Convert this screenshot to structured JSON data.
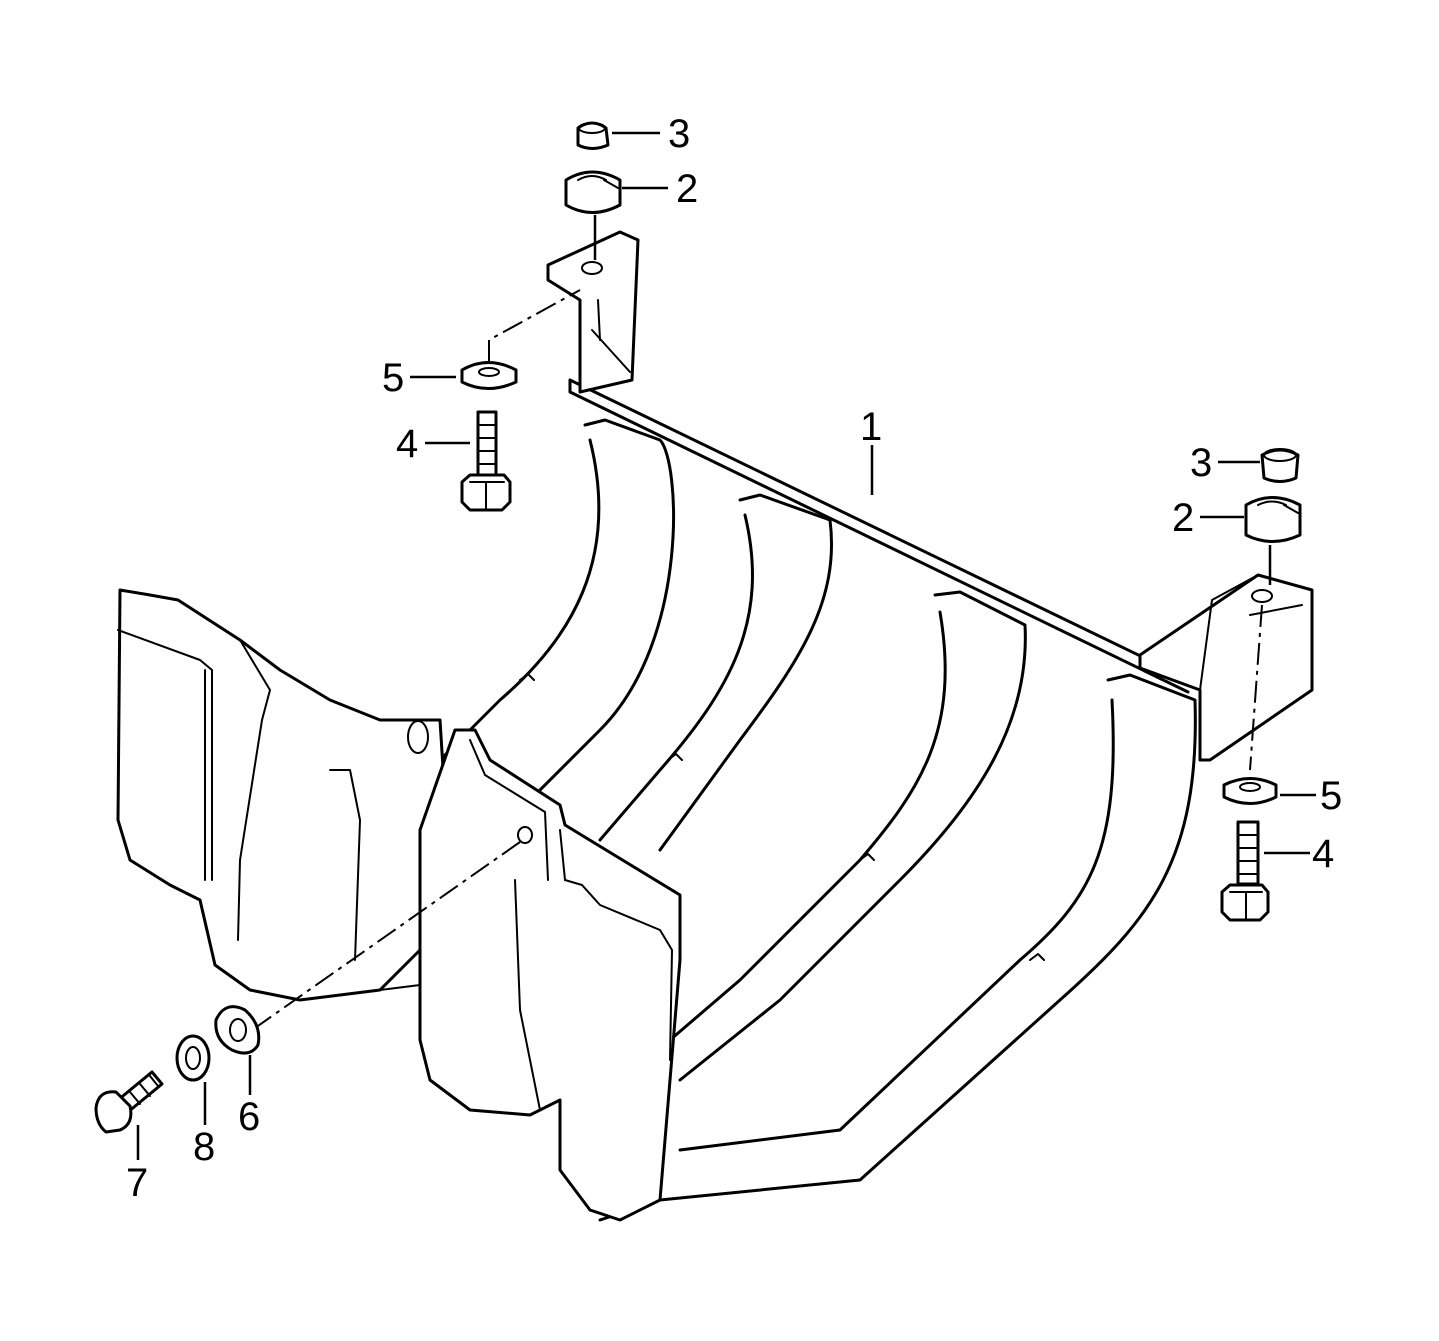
{
  "callouts": {
    "main_bracket": "1",
    "top_left": {
      "cap": "3",
      "bushing": "2",
      "washer": "5",
      "bolt": "4"
    },
    "right": {
      "cap": "3",
      "bushing": "2",
      "washer": "5",
      "bolt": "4"
    },
    "bottom_left": {
      "bolt": "7",
      "washer": "8",
      "lock_washer": "6"
    }
  }
}
